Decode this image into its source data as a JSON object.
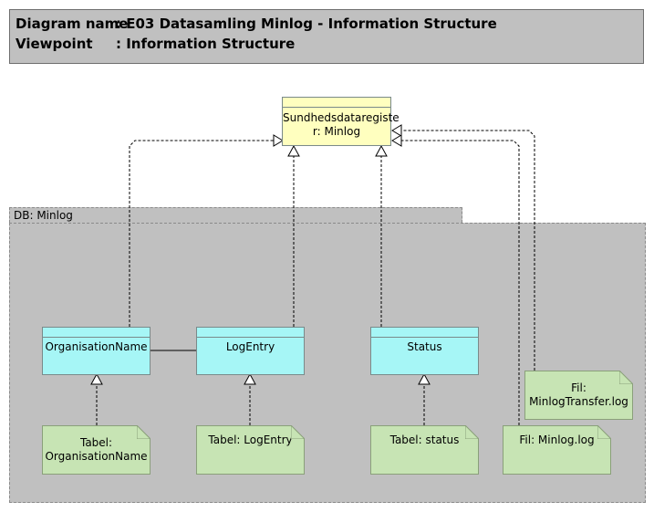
{
  "header": {
    "diagram_label": "Diagram name",
    "diagram_value": ": E03 Datasamling Minlog - Information Structure",
    "viewpoint_label": "Viewpoint",
    "viewpoint_value": ": Information Structure"
  },
  "package": {
    "label": "DB: Minlog"
  },
  "classes": {
    "sundhed": "Sundhedsdataregiste\nr: Minlog",
    "organisation": "OrganisationName",
    "logentry": "LogEntry",
    "status": "Status"
  },
  "notes": {
    "tabel_organisation": "Tabel:\nOrganisationName",
    "tabel_logentry": "Tabel: LogEntry",
    "tabel_status": "Tabel: status",
    "fil_minlog": "Fil: Minlog.log",
    "fil_transfer": "Fil:\nMinlogTransfer.log"
  },
  "colors": {
    "class_fill": "#a6f6f6",
    "target_fill": "#ffffbf",
    "note_fill": "#c7e4b4",
    "package_fill": "#c0c0c0"
  }
}
